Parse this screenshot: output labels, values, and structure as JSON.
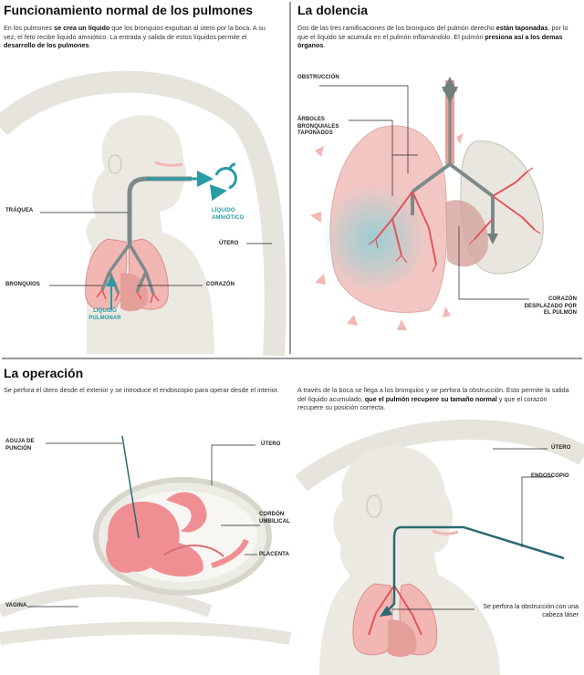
{
  "panel1": {
    "title": "Funcionamiento normal de los pulmones",
    "intro_a": "En los pulmones ",
    "intro_b": "se crea un líquido",
    "intro_c": " que los bronquios expulsan al útero por la boca. A su vez, el feto recibe líquido amniótico. La entrada y salida de estos líquidos permite el ",
    "intro_d": "desarrollo de los pulmones",
    "intro_e": ".",
    "labels": {
      "traquea": "TRÁQUEA",
      "liquido_amniotico": "LÍQUIDO AMNIÓTICO",
      "utero": "ÚTERO",
      "bronquios": "BRONQUIOS",
      "corazon": "CORAZÓN",
      "liquido_pulmonar": "LÍQUIDO PULMONAR"
    }
  },
  "panel2": {
    "title": "La dolencia",
    "intro_a": "Dos de las tres ramificaciones de los bronquios del pulmón derecho ",
    "intro_b": "están taponadas",
    "intro_c": ", por lo que el líquido se acumula en el pulmón inflamándolo. El pulmón ",
    "intro_d": "presiona así a los demas órganos",
    "intro_e": ".",
    "labels": {
      "obstruccion": "OBSTRUCCIÓN",
      "arboles": "ÁRBOLES BRONQUIALES TAPONADOS",
      "corazon_desplazado": "CORAZÓN DESPLAZADO POR EL PULMÓN"
    }
  },
  "panel3": {
    "title": "La operación",
    "intro": "Se perfora el útero desde el exterior y se introduce el endoscopio para operar desde el interior.",
    "labels": {
      "aguja": "AGUJA DE PUNCIÓN",
      "utero": "ÚTERO",
      "cordon": "CORDÓN UMBILICAL",
      "placenta": "PLACENTA",
      "vagina": "VAGINA"
    }
  },
  "panel4": {
    "intro_a": "A través de la boca se llega a los bronquios y se perfora la obstrucción. Esto permite la salida del líquido acumulado, ",
    "intro_b": "que el pulmón recupere su tamaño normal",
    "intro_c": " y que el corazón recupere su posición correcta.",
    "labels": {
      "utero": "ÚTERO",
      "endoscopio": "ENDOSCOPIO"
    },
    "note": "Se perfora la obstrucción con una cabeza láser"
  },
  "colors": {
    "teal": "#2a9aa6",
    "lung_pink": "#f2b7b3",
    "bronchi_red": "#e0565b",
    "uterus_grey": "#e6e4dd",
    "fetus_pink": "#f08f93",
    "skin": "#ece9e3",
    "trachea_grey": "#7d8a89"
  }
}
